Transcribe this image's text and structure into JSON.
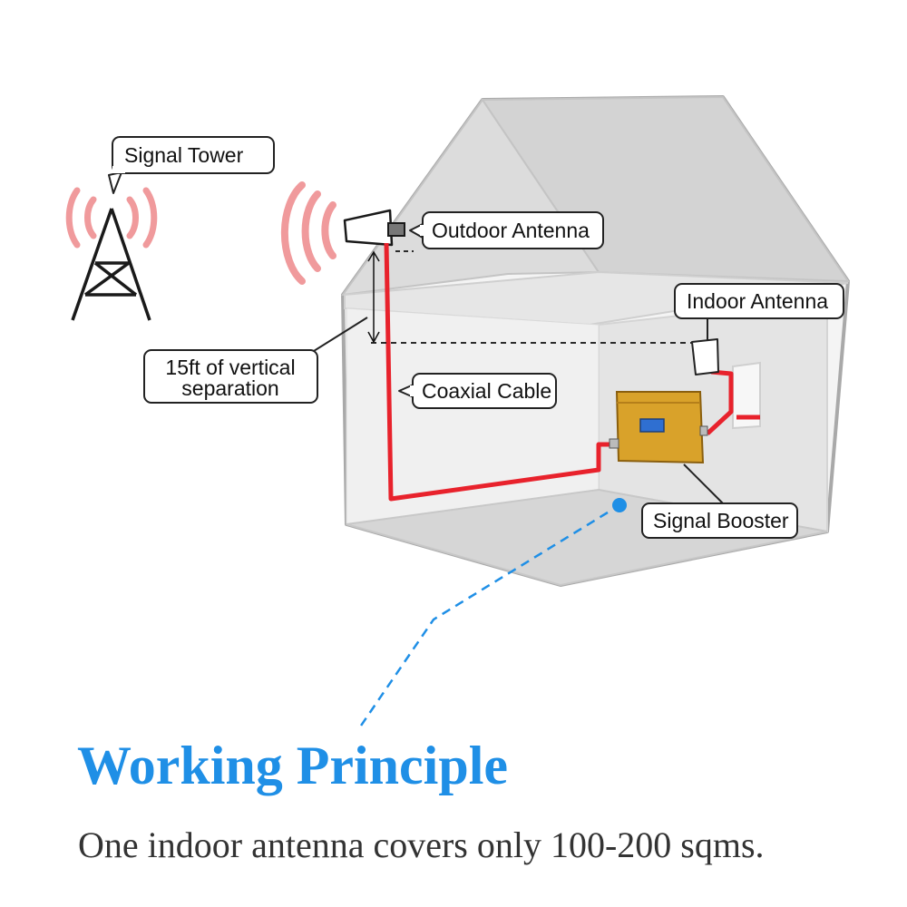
{
  "labels": {
    "signal_tower": "Signal Tower",
    "outdoor_antenna": "Outdoor Antenna",
    "indoor_antenna": "Indoor Antenna",
    "separation_line1": "15ft of vertical",
    "separation_line2": "separation",
    "coaxial_cable": "Coaxial Cable",
    "signal_booster": "Signal Booster"
  },
  "headline": "Working Principle",
  "subtitle": "One indoor antenna covers only 100-200 sqms.",
  "colors": {
    "accent_blue": "#1f8fe6",
    "cable_red": "#e8222c",
    "signal_pink": "#f09a9c",
    "booster_gold": "#d9a22a",
    "house_gray": "#cfcfcf"
  }
}
